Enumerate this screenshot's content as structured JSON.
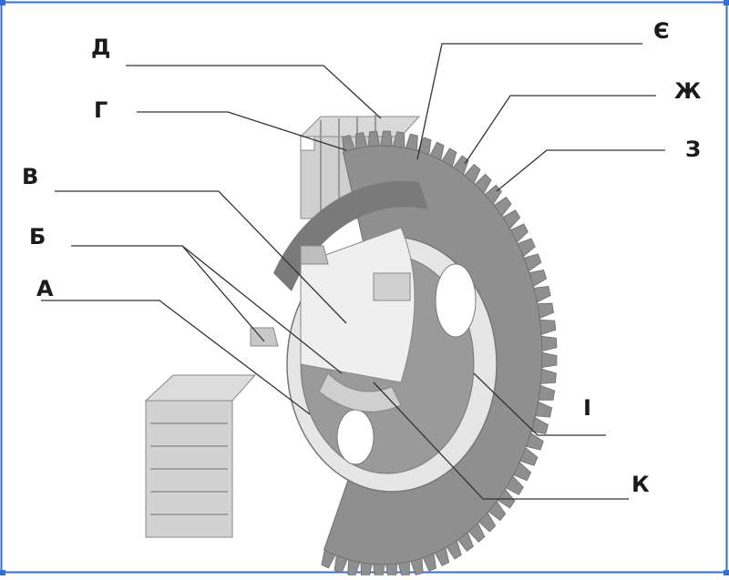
{
  "figure": {
    "labels": {
      "d": "Д",
      "g": "Г",
      "v": "В",
      "b": "Б",
      "a": "А",
      "ye": "Є",
      "zh": "Ж",
      "z": "З",
      "i": "І",
      "k": "К"
    },
    "tooth_count": 48,
    "colors": {
      "border": "#2f6fd6",
      "gear_face": "#8f8f8f",
      "gear_dark": "#6e6e6e",
      "tooth_light": "#e4e4e4",
      "bore_light": "#f0f0f0",
      "leader": "#333333"
    }
  }
}
